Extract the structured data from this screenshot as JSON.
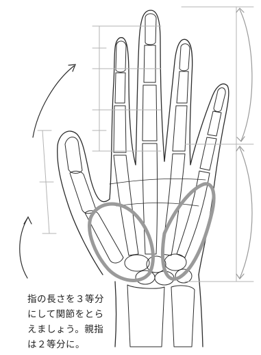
{
  "caption": {
    "lines": [
      "指の長さを３等分",
      "にして関節をとら",
      "えましょう。親指",
      "は２等分に。"
    ]
  },
  "colors": {
    "background": "#ffffff",
    "line": "#2a2a2a",
    "guide": "#b3b3b3",
    "highlight": "#9a9a9a",
    "text": "#222222"
  }
}
